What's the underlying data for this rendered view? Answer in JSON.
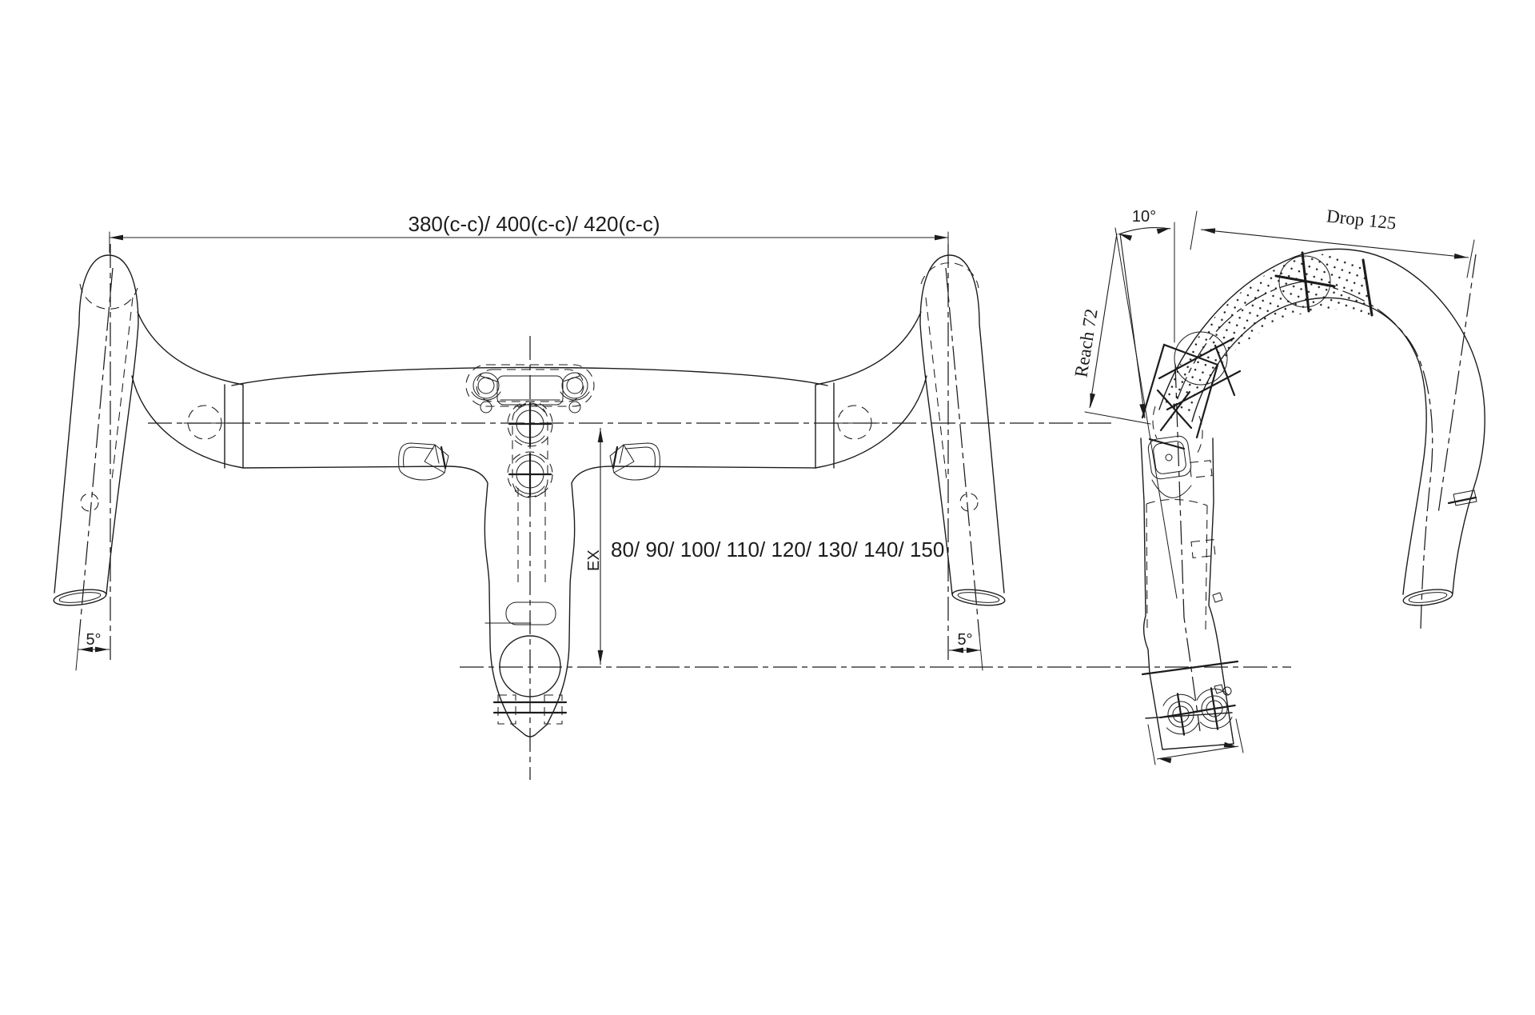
{
  "drawing": {
    "labels": {
      "width": "380(c-c)/ 400(c-c)/ 420(c-c)",
      "extension_prefix": "EX",
      "extension_lengths": "80/ 90/ 100/ 110/ 120/ 130/ 140/ 150",
      "flare_left": "5°",
      "flare_right": "5°",
      "head_angle": "10°",
      "drop": "Drop 125",
      "reach": "Reach 72"
    },
    "colors": {
      "line": "#1c1c1c",
      "text": "#1c1c1c",
      "background": "#ffffff"
    }
  }
}
